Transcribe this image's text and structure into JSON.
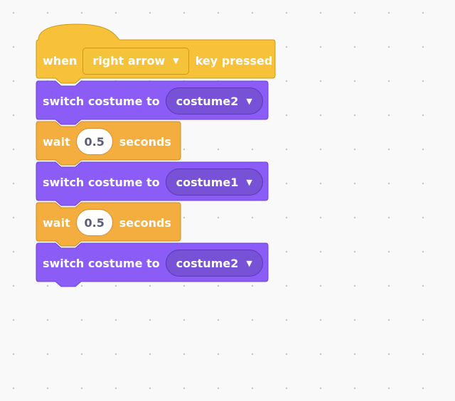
{
  "script": {
    "hat": {
      "prefix": "when",
      "key_option": "right arrow",
      "suffix": "key pressed"
    },
    "blocks": [
      {
        "label": "switch costume to",
        "costume": "costume2"
      },
      {
        "label": "wait",
        "value": "0.5",
        "unit": "seconds"
      },
      {
        "label": "switch costume to",
        "costume": "costume1"
      },
      {
        "label": "wait",
        "value": "0.5",
        "unit": "seconds"
      },
      {
        "label": "switch costume to",
        "costume": "costume2"
      }
    ]
  },
  "colors": {
    "events_fill": "#f7c23a",
    "events_border": "#cc9a1a",
    "control_fill": "#f4ad3f",
    "control_border": "#cf8b17",
    "looks_fill": "#8b5cf6",
    "looks_border": "#6b43d6",
    "canvas": "#f9f9f9"
  },
  "icons": {
    "dropdown_caret": "caret-down-icon"
  }
}
